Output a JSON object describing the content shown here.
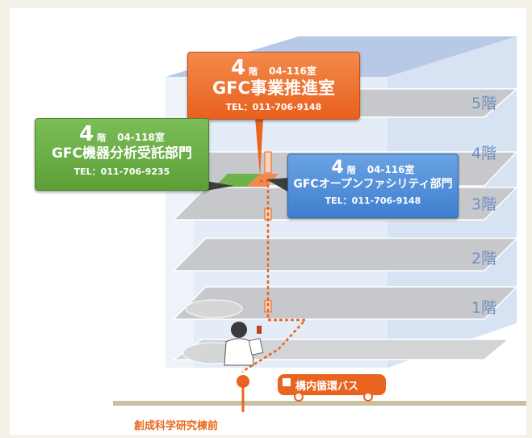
{
  "floors": [
    "5階",
    "4階",
    "3階",
    "2階",
    "1階"
  ],
  "callouts": {
    "orange": {
      "floor_num": "4",
      "floor_suffix": "階",
      "room": "04-116室",
      "name": "GFC事業推進室",
      "tel": "TEL：011-706-9148"
    },
    "green": {
      "floor_num": "4",
      "floor_suffix": "階",
      "room": "04-118室",
      "name": "GFC機器分析受託部門",
      "tel": "TEL：011-706-9235"
    },
    "blue": {
      "floor_num": "4",
      "floor_suffix": "階",
      "room": "04-116室",
      "name": "GFCオープンファシリティ部門",
      "tel": "TEL：011-706-9148"
    }
  },
  "bus": {
    "label": "構内循環バス"
  },
  "station": {
    "label": "創成科学研究棟前"
  },
  "colors": {
    "orange": "#e9651f",
    "green": "#5fa13a",
    "blue": "#4a86d6",
    "floor_label": "#6f8fc2"
  }
}
